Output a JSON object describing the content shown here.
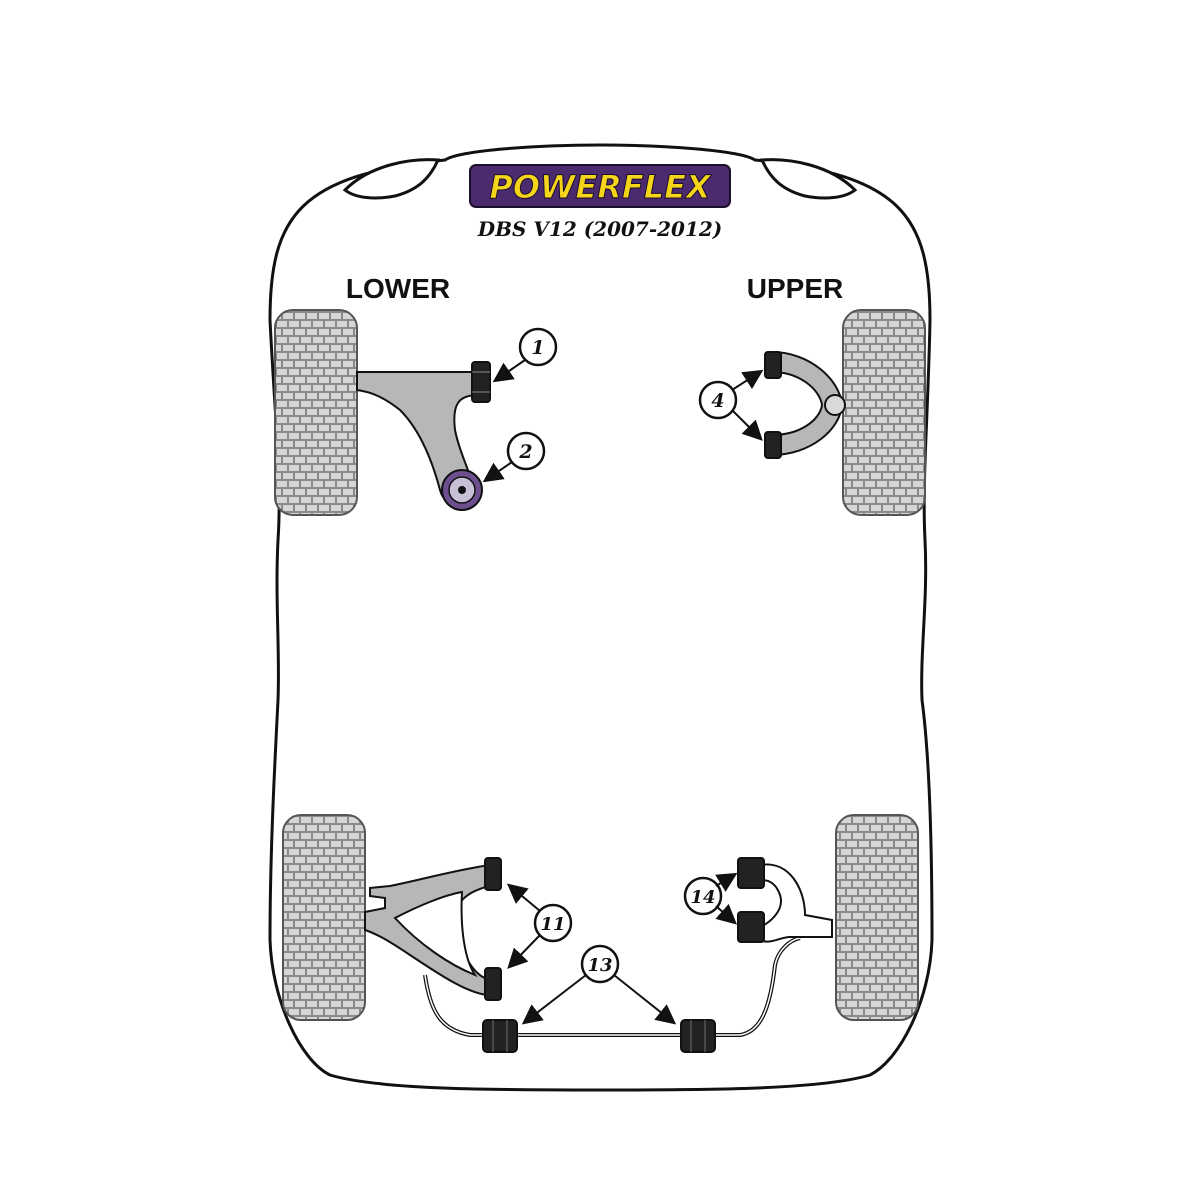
{
  "brand": {
    "logo_text": "POWERFLEX",
    "logo_text_color": "#f5d51a",
    "logo_outline_color": "#4b2a6e"
  },
  "model": {
    "title": "DBS V12 (2007-2012)"
  },
  "labels": {
    "lower": "LOWER",
    "upper": "UPPER"
  },
  "callouts": [
    {
      "id": "c1",
      "number": "1"
    },
    {
      "id": "c2",
      "number": "2"
    },
    {
      "id": "c4",
      "number": "4"
    },
    {
      "id": "c11",
      "number": "11"
    },
    {
      "id": "c13",
      "number": "13"
    },
    {
      "id": "c14",
      "number": "14"
    }
  ],
  "colors": {
    "outline": "#111111",
    "arm_fill": "#b7b7b7",
    "bush_fill": "#222222",
    "tyre_fill": "#8a8a8a",
    "tyre_tread": "#d6d6d6",
    "bush_highlight": "#6d4e8f"
  },
  "icons": {
    "tyre": "tyre-icon",
    "bush": "bush-icon",
    "arrow": "arrow-icon"
  }
}
